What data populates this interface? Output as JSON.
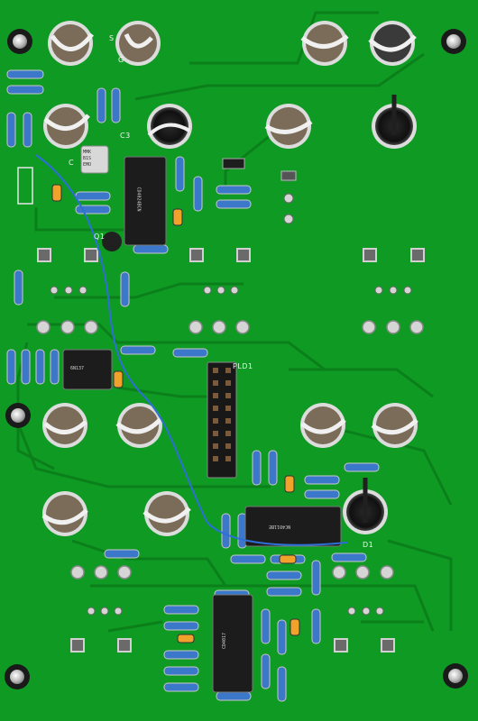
{
  "labels": {
    "c3": "C3",
    "c": "C",
    "q1": "Q1",
    "pld1": "PLD1",
    "d1": "D1",
    "s": "S",
    "g": "G"
  },
  "chips": {
    "u1": "CD4024BCN",
    "u2": "6N137",
    "u3": "NC4011BE",
    "u4": "CD4017"
  },
  "relay": [
    "MMK",
    "B1S",
    "EMO"
  ],
  "colors": {
    "board": "#0f9a24",
    "trace": "#0c7a1c",
    "pad": "#c9c9c9",
    "chip": "#1c1c1c",
    "resistor": "#3b78c9",
    "wire_blue": "#2d6fd6",
    "jack": "#bfbfbf"
  }
}
